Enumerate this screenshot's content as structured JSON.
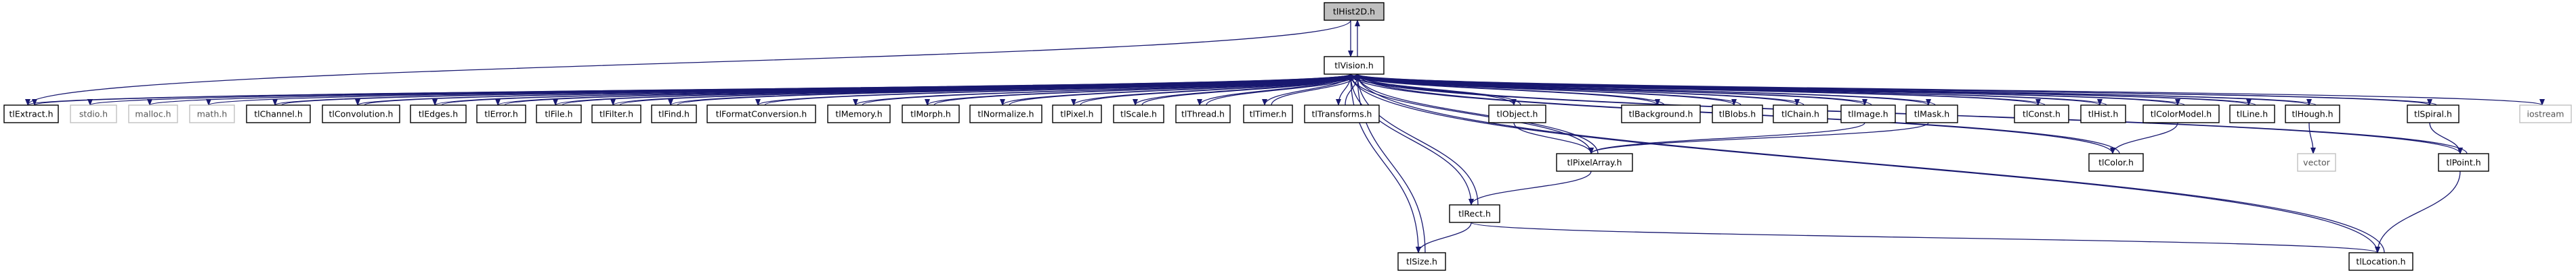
{
  "diagram": {
    "kind": "include-dependency-graph",
    "colors": {
      "edge": "#191970",
      "root_fill": "#bfbfbf",
      "node_border": "#000000",
      "external_border": "#c0c0c0"
    },
    "nodes": [
      {
        "id": "tlHist2D",
        "label": "tlHist2D.h",
        "role": "root"
      },
      {
        "id": "tlVision",
        "label": "tlVision.h",
        "role": "file"
      },
      {
        "id": "tlExtract",
        "label": "tlExtract.h",
        "role": "file"
      },
      {
        "id": "stdio",
        "label": "stdio.h",
        "role": "external"
      },
      {
        "id": "malloc",
        "label": "malloc.h",
        "role": "external"
      },
      {
        "id": "math",
        "label": "math.h",
        "role": "external"
      },
      {
        "id": "tlChannel",
        "label": "tlChannel.h",
        "role": "file"
      },
      {
        "id": "tlConvolution",
        "label": "tlConvolution.h",
        "role": "file"
      },
      {
        "id": "tlEdges",
        "label": "tlEdges.h",
        "role": "file"
      },
      {
        "id": "tlError",
        "label": "tlError.h",
        "role": "file"
      },
      {
        "id": "tlFile",
        "label": "tlFile.h",
        "role": "file"
      },
      {
        "id": "tlFilter",
        "label": "tlFilter.h",
        "role": "file"
      },
      {
        "id": "tlFind",
        "label": "tlFind.h",
        "role": "file"
      },
      {
        "id": "tlFormatConversion",
        "label": "tlFormatConversion.h",
        "role": "file"
      },
      {
        "id": "tlMemory",
        "label": "tlMemory.h",
        "role": "file"
      },
      {
        "id": "tlMorph",
        "label": "tlMorph.h",
        "role": "file"
      },
      {
        "id": "tlNormalize",
        "label": "tlNormalize.h",
        "role": "file"
      },
      {
        "id": "tlPixel",
        "label": "tlPixel.h",
        "role": "file"
      },
      {
        "id": "tlScale",
        "label": "tlScale.h",
        "role": "file"
      },
      {
        "id": "tlThread",
        "label": "tlThread.h",
        "role": "file"
      },
      {
        "id": "tlTimer",
        "label": "tlTimer.h",
        "role": "file"
      },
      {
        "id": "tlTransforms",
        "label": "tlTransforms.h",
        "role": "file"
      },
      {
        "id": "tlObject",
        "label": "tlObject.h",
        "role": "file"
      },
      {
        "id": "tlBackground",
        "label": "tlBackground.h",
        "role": "file"
      },
      {
        "id": "tlBlobs",
        "label": "tlBlobs.h",
        "role": "file"
      },
      {
        "id": "tlChain",
        "label": "tlChain.h",
        "role": "file"
      },
      {
        "id": "tlImage",
        "label": "tlImage.h",
        "role": "file"
      },
      {
        "id": "tlMask",
        "label": "tlMask.h",
        "role": "file"
      },
      {
        "id": "tlConst",
        "label": "tlConst.h",
        "role": "file"
      },
      {
        "id": "tlHist",
        "label": "tlHist.h",
        "role": "file"
      },
      {
        "id": "tlColorModel",
        "label": "tlColorModel.h",
        "role": "file"
      },
      {
        "id": "tlLine",
        "label": "tlLine.h",
        "role": "file"
      },
      {
        "id": "tlHough",
        "label": "tlHough.h",
        "role": "file"
      },
      {
        "id": "tlSpiral",
        "label": "tlSpiral.h",
        "role": "file"
      },
      {
        "id": "iostream",
        "label": "iostream",
        "role": "external"
      },
      {
        "id": "tlPixelArray",
        "label": "tlPixelArray.h",
        "role": "file"
      },
      {
        "id": "tlColor",
        "label": "tlColor.h",
        "role": "file"
      },
      {
        "id": "vector",
        "label": "vector",
        "role": "external"
      },
      {
        "id": "tlPoint",
        "label": "tlPoint.h",
        "role": "file"
      },
      {
        "id": "tlRect",
        "label": "tlRect.h",
        "role": "file"
      },
      {
        "id": "tlSize",
        "label": "tlSize.h",
        "role": "file"
      },
      {
        "id": "tlLocation",
        "label": "tlLocation.h",
        "role": "file"
      }
    ],
    "edges": [
      {
        "from": "tlHist2D",
        "to": "tlVision"
      },
      {
        "from": "tlHist2D",
        "to": "tlExtract"
      },
      {
        "from": "tlVision",
        "to": "tlHist2D"
      },
      {
        "from": "tlExtract",
        "to": "tlVision"
      },
      {
        "from": "tlVision",
        "to": "tlExtract"
      },
      {
        "from": "tlVision",
        "to": "stdio"
      },
      {
        "from": "tlVision",
        "to": "malloc"
      },
      {
        "from": "tlVision",
        "to": "math"
      },
      {
        "from": "tlVision",
        "to": "tlChannel"
      },
      {
        "from": "tlChannel",
        "to": "tlVision"
      },
      {
        "from": "tlVision",
        "to": "tlConvolution"
      },
      {
        "from": "tlConvolution",
        "to": "tlVision"
      },
      {
        "from": "tlVision",
        "to": "tlEdges"
      },
      {
        "from": "tlEdges",
        "to": "tlVision"
      },
      {
        "from": "tlVision",
        "to": "tlError"
      },
      {
        "from": "tlError",
        "to": "tlVision"
      },
      {
        "from": "tlVision",
        "to": "tlFile"
      },
      {
        "from": "tlFile",
        "to": "tlVision"
      },
      {
        "from": "tlVision",
        "to": "tlFilter"
      },
      {
        "from": "tlFilter",
        "to": "tlVision"
      },
      {
        "from": "tlVision",
        "to": "tlFind"
      },
      {
        "from": "tlFind",
        "to": "tlVision"
      },
      {
        "from": "tlVision",
        "to": "tlFormatConversion"
      },
      {
        "from": "tlFormatConversion",
        "to": "tlVision"
      },
      {
        "from": "tlVision",
        "to": "tlMemory"
      },
      {
        "from": "tlMemory",
        "to": "tlVision"
      },
      {
        "from": "tlVision",
        "to": "tlMorph"
      },
      {
        "from": "tlMorph",
        "to": "tlVision"
      },
      {
        "from": "tlVision",
        "to": "tlNormalize"
      },
      {
        "from": "tlNormalize",
        "to": "tlVision"
      },
      {
        "from": "tlVision",
        "to": "tlPixel"
      },
      {
        "from": "tlPixel",
        "to": "tlVision"
      },
      {
        "from": "tlVision",
        "to": "tlScale"
      },
      {
        "from": "tlScale",
        "to": "tlVision"
      },
      {
        "from": "tlVision",
        "to": "tlThread"
      },
      {
        "from": "tlThread",
        "to": "tlVision"
      },
      {
        "from": "tlVision",
        "to": "tlTimer"
      },
      {
        "from": "tlTimer",
        "to": "tlVision"
      },
      {
        "from": "tlVision",
        "to": "tlTransforms"
      },
      {
        "from": "tlTransforms",
        "to": "tlVision"
      },
      {
        "from": "tlVision",
        "to": "tlObject"
      },
      {
        "from": "tlObject",
        "to": "tlVision"
      },
      {
        "from": "tlVision",
        "to": "tlBackground"
      },
      {
        "from": "tlBackground",
        "to": "tlVision"
      },
      {
        "from": "tlVision",
        "to": "tlBlobs"
      },
      {
        "from": "tlBlobs",
        "to": "tlVision"
      },
      {
        "from": "tlVision",
        "to": "tlChain"
      },
      {
        "from": "tlChain",
        "to": "tlVision"
      },
      {
        "from": "tlVision",
        "to": "tlImage"
      },
      {
        "from": "tlImage",
        "to": "tlVision"
      },
      {
        "from": "tlVision",
        "to": "tlMask"
      },
      {
        "from": "tlMask",
        "to": "tlVision"
      },
      {
        "from": "tlVision",
        "to": "tlConst"
      },
      {
        "from": "tlConst",
        "to": "tlVision"
      },
      {
        "from": "tlVision",
        "to": "tlHist"
      },
      {
        "from": "tlHist",
        "to": "tlVision"
      },
      {
        "from": "tlVision",
        "to": "tlColorModel"
      },
      {
        "from": "tlColorModel",
        "to": "tlVision"
      },
      {
        "from": "tlVision",
        "to": "tlLine"
      },
      {
        "from": "tlLine",
        "to": "tlVision"
      },
      {
        "from": "tlVision",
        "to": "tlHough"
      },
      {
        "from": "tlHough",
        "to": "tlVision"
      },
      {
        "from": "tlVision",
        "to": "tlSpiral"
      },
      {
        "from": "tlSpiral",
        "to": "tlVision"
      },
      {
        "from": "tlVision",
        "to": "iostream"
      },
      {
        "from": "tlVision",
        "to": "tlPixelArray"
      },
      {
        "from": "tlPixelArray",
        "to": "tlVision"
      },
      {
        "from": "tlObject",
        "to": "tlPixelArray"
      },
      {
        "from": "tlImage",
        "to": "tlPixelArray"
      },
      {
        "from": "tlMask",
        "to": "tlPixelArray"
      },
      {
        "from": "tlVision",
        "to": "tlColor"
      },
      {
        "from": "tlColor",
        "to": "tlVision"
      },
      {
        "from": "tlColorModel",
        "to": "tlColor"
      },
      {
        "from": "tlHough",
        "to": "vector"
      },
      {
        "from": "tlVision",
        "to": "tlPoint"
      },
      {
        "from": "tlPoint",
        "to": "tlVision"
      },
      {
        "from": "tlSpiral",
        "to": "tlPoint"
      },
      {
        "from": "tlVision",
        "to": "tlRect"
      },
      {
        "from": "tlRect",
        "to": "tlVision"
      },
      {
        "from": "tlPixelArray",
        "to": "tlRect"
      },
      {
        "from": "tlVision",
        "to": "tlSize"
      },
      {
        "from": "tlSize",
        "to": "tlVision"
      },
      {
        "from": "tlRect",
        "to": "tlSize"
      },
      {
        "from": "tlVision",
        "to": "tlLocation"
      },
      {
        "from": "tlLocation",
        "to": "tlVision"
      },
      {
        "from": "tlRect",
        "to": "tlLocation"
      },
      {
        "from": "tlPoint",
        "to": "tlLocation"
      }
    ]
  }
}
